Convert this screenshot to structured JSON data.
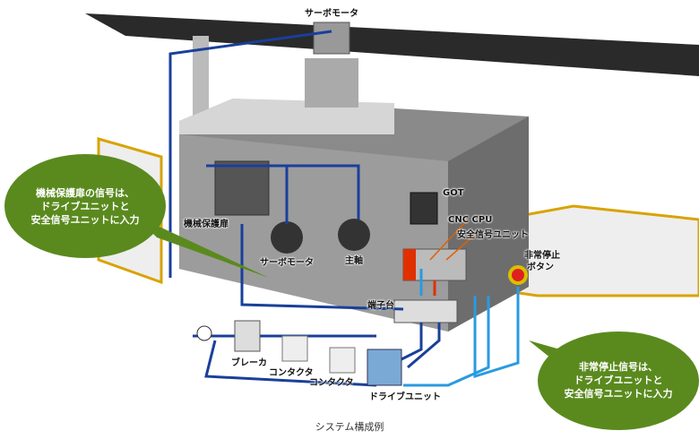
{
  "labels": {
    "servo_top": "サーボモータ",
    "got": "GOT",
    "cnc_cpu": "CNC CPU",
    "safety_unit": "安全信号ユニット",
    "estop_line1": "非常停止",
    "estop_line2": "ボタン",
    "door": "機械保護扉",
    "servo_motor": "サーボモータ",
    "spindle": "主軸",
    "terminal": "端子台",
    "breaker": "ブレーカ",
    "contactor1": "コンタクタ",
    "contactor2": "コンタクタ",
    "drive_unit": "ドライブユニット"
  },
  "bubbles": {
    "left": [
      "機械保護扉の信号は、",
      "ドライブユニットと",
      "安全信号ユニットに入力"
    ],
    "right": [
      "非常停止信号は、",
      "ドライブユニットと",
      "安全信号ユニットに入力"
    ]
  },
  "caption": "システム構成例",
  "colors": {
    "wire_dark": "#1a3f9a",
    "wire_light": "#2a9ae0",
    "bubble": "#5a8a1e",
    "fence": "#d8a300",
    "signal_red": "#e03000"
  }
}
